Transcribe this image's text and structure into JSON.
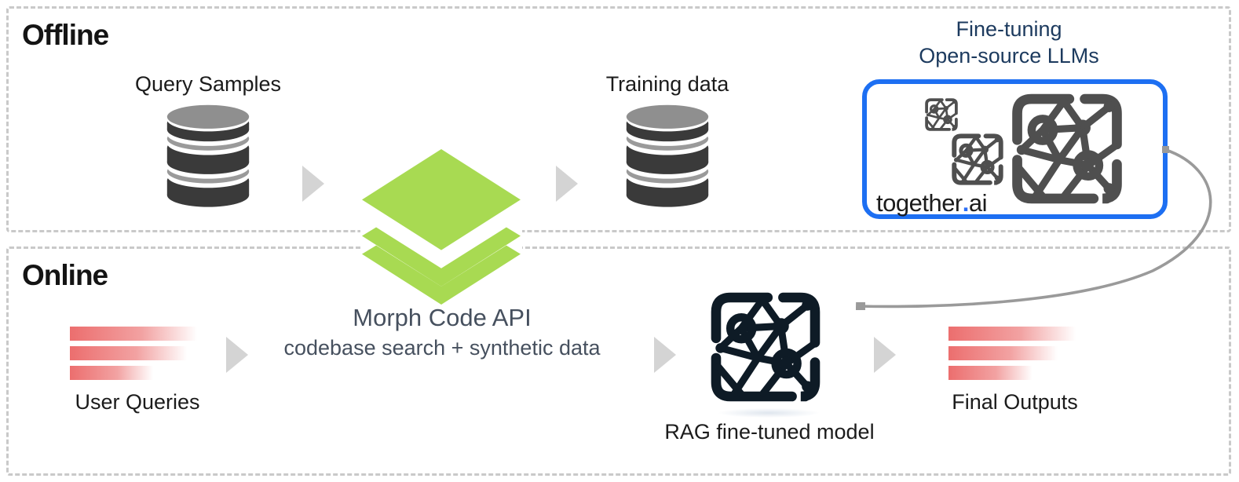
{
  "sections": {
    "offline": {
      "label": "Offline"
    },
    "online": {
      "label": "Online"
    }
  },
  "offline": {
    "query_samples_label": "Query Samples",
    "training_data_label": "Training data",
    "finetuning_caption_line1": "Fine-tuning",
    "finetuning_caption_line2": "Open-source LLMs",
    "together_logo": {
      "name": "together",
      "dot": ".",
      "tld": "ai"
    }
  },
  "online": {
    "user_queries_label": "User Queries",
    "morph_title": "Morph Code API",
    "morph_subtitle": "codebase search + synthetic data",
    "rag_label": "RAG fine-tuned model",
    "final_outputs_label": "Final Outputs"
  },
  "icons": {
    "database": "database-icon",
    "layers": "layers-icon",
    "network": "network-model-icon",
    "query_bars": "query-lines-icon",
    "flow_arrow": "arrow-right-icon",
    "curved_arrow": "curved-connector-arrow"
  },
  "colors": {
    "dashed_border": "#c9c9c9",
    "layers_green": "#a8da52",
    "together_blue_border": "#1d6ff2",
    "together_dot_blue": "#2a6df5",
    "finetuning_navy": "#1c3a5e",
    "morph_slate": "#46505e",
    "bars_red": "#ec6e6e",
    "flow_arrow_gray": "#d4d4d4",
    "curve_arrow_gray": "#9a9a9a",
    "database_dark": "#3a3a3a",
    "rag_icon_black": "#0e1b26"
  }
}
